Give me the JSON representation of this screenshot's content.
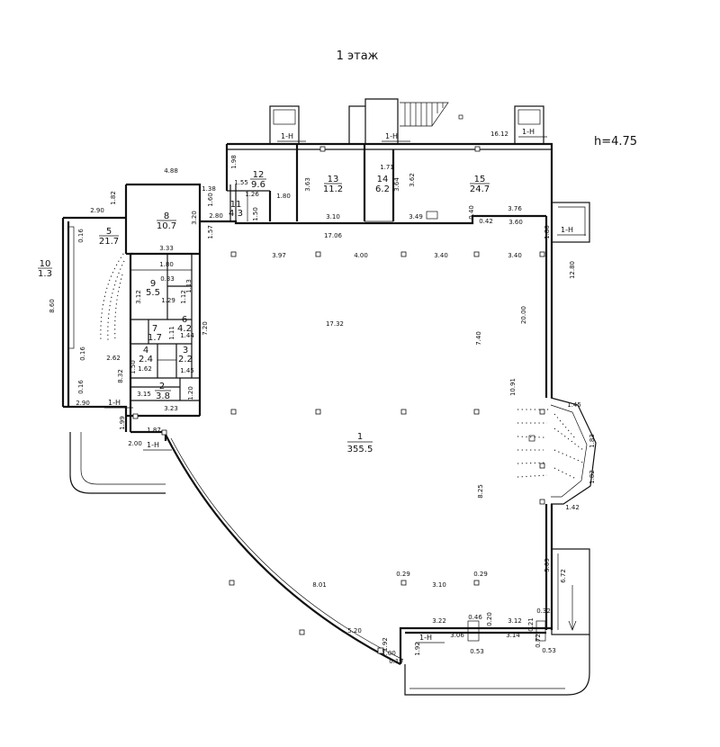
{
  "title": "1 этаж",
  "height_label": "h=4.75",
  "rooms": [
    {
      "id": "room-1",
      "number": "1",
      "area": "355.5"
    },
    {
      "id": "room-2",
      "number": "2",
      "area": "3.8"
    },
    {
      "id": "room-3",
      "number": "3",
      "area": "2.2"
    },
    {
      "id": "room-4",
      "number": "4",
      "area": "2.4"
    },
    {
      "id": "room-5",
      "number": "5",
      "area": "21.7"
    },
    {
      "id": "room-6",
      "number": "6",
      "area": "4.2"
    },
    {
      "id": "room-7",
      "number": "7",
      "area": "1.7"
    },
    {
      "id": "room-8",
      "number": "8",
      "area": "10.7"
    },
    {
      "id": "room-9",
      "number": "9",
      "area": "5.5"
    },
    {
      "id": "room-10",
      "number": "10",
      "area": "1.3"
    },
    {
      "id": "room-11",
      "number": "11",
      "area": "4.3"
    },
    {
      "id": "room-12",
      "number": "12",
      "area": "9.6"
    },
    {
      "id": "room-13",
      "number": "13",
      "area": "11.2"
    },
    {
      "id": "room-14",
      "number": "14",
      "area": "6.2"
    },
    {
      "id": "room-15",
      "number": "15",
      "area": "24.7"
    }
  ],
  "section_tag": "1-Н",
  "dimensions": [
    "4.88",
    "1.98",
    "1.82",
    "2.90",
    "1.55",
    "1.26",
    "1.80",
    "1.38",
    "1.60",
    "2.80",
    "1.50",
    "3.63",
    "3.10",
    "1.71",
    "3.64",
    "3.62",
    "3.49",
    "0.40",
    "0.42",
    "16.12",
    "3.76",
    "3.60",
    "1.80",
    "3.20",
    "1.57",
    "3.33",
    "17.06",
    "3.97",
    "4.00",
    "3.40",
    "3.40",
    "12.80",
    "8.60",
    "0.16",
    "0.16",
    "0.16",
    "2.62",
    "8.32",
    "2.90",
    "3.12",
    "1.29",
    "1.12",
    "1.13",
    "1.11",
    "1.44",
    "7.20",
    "17.32",
    "20.00",
    "7.40",
    "1.50",
    "1.62",
    "1.45",
    "3.15",
    "1.20",
    "3.23",
    "10.91",
    "1.45",
    "1.83",
    "1.82",
    "1.42",
    "1.99",
    "2.00",
    "1.87",
    "8.25",
    "5.69",
    "6.72",
    "0.29",
    "0.29",
    "8.01",
    "3.10",
    "5.20",
    "3.22",
    "0.46",
    "3.12",
    "0.32",
    "0.20",
    "0.21",
    "1.92",
    "3.06",
    "3.14",
    "0.72",
    "0.53",
    "0.53",
    "1.92",
    "1.00",
    "0.19",
    "0.33",
    "1.80"
  ]
}
